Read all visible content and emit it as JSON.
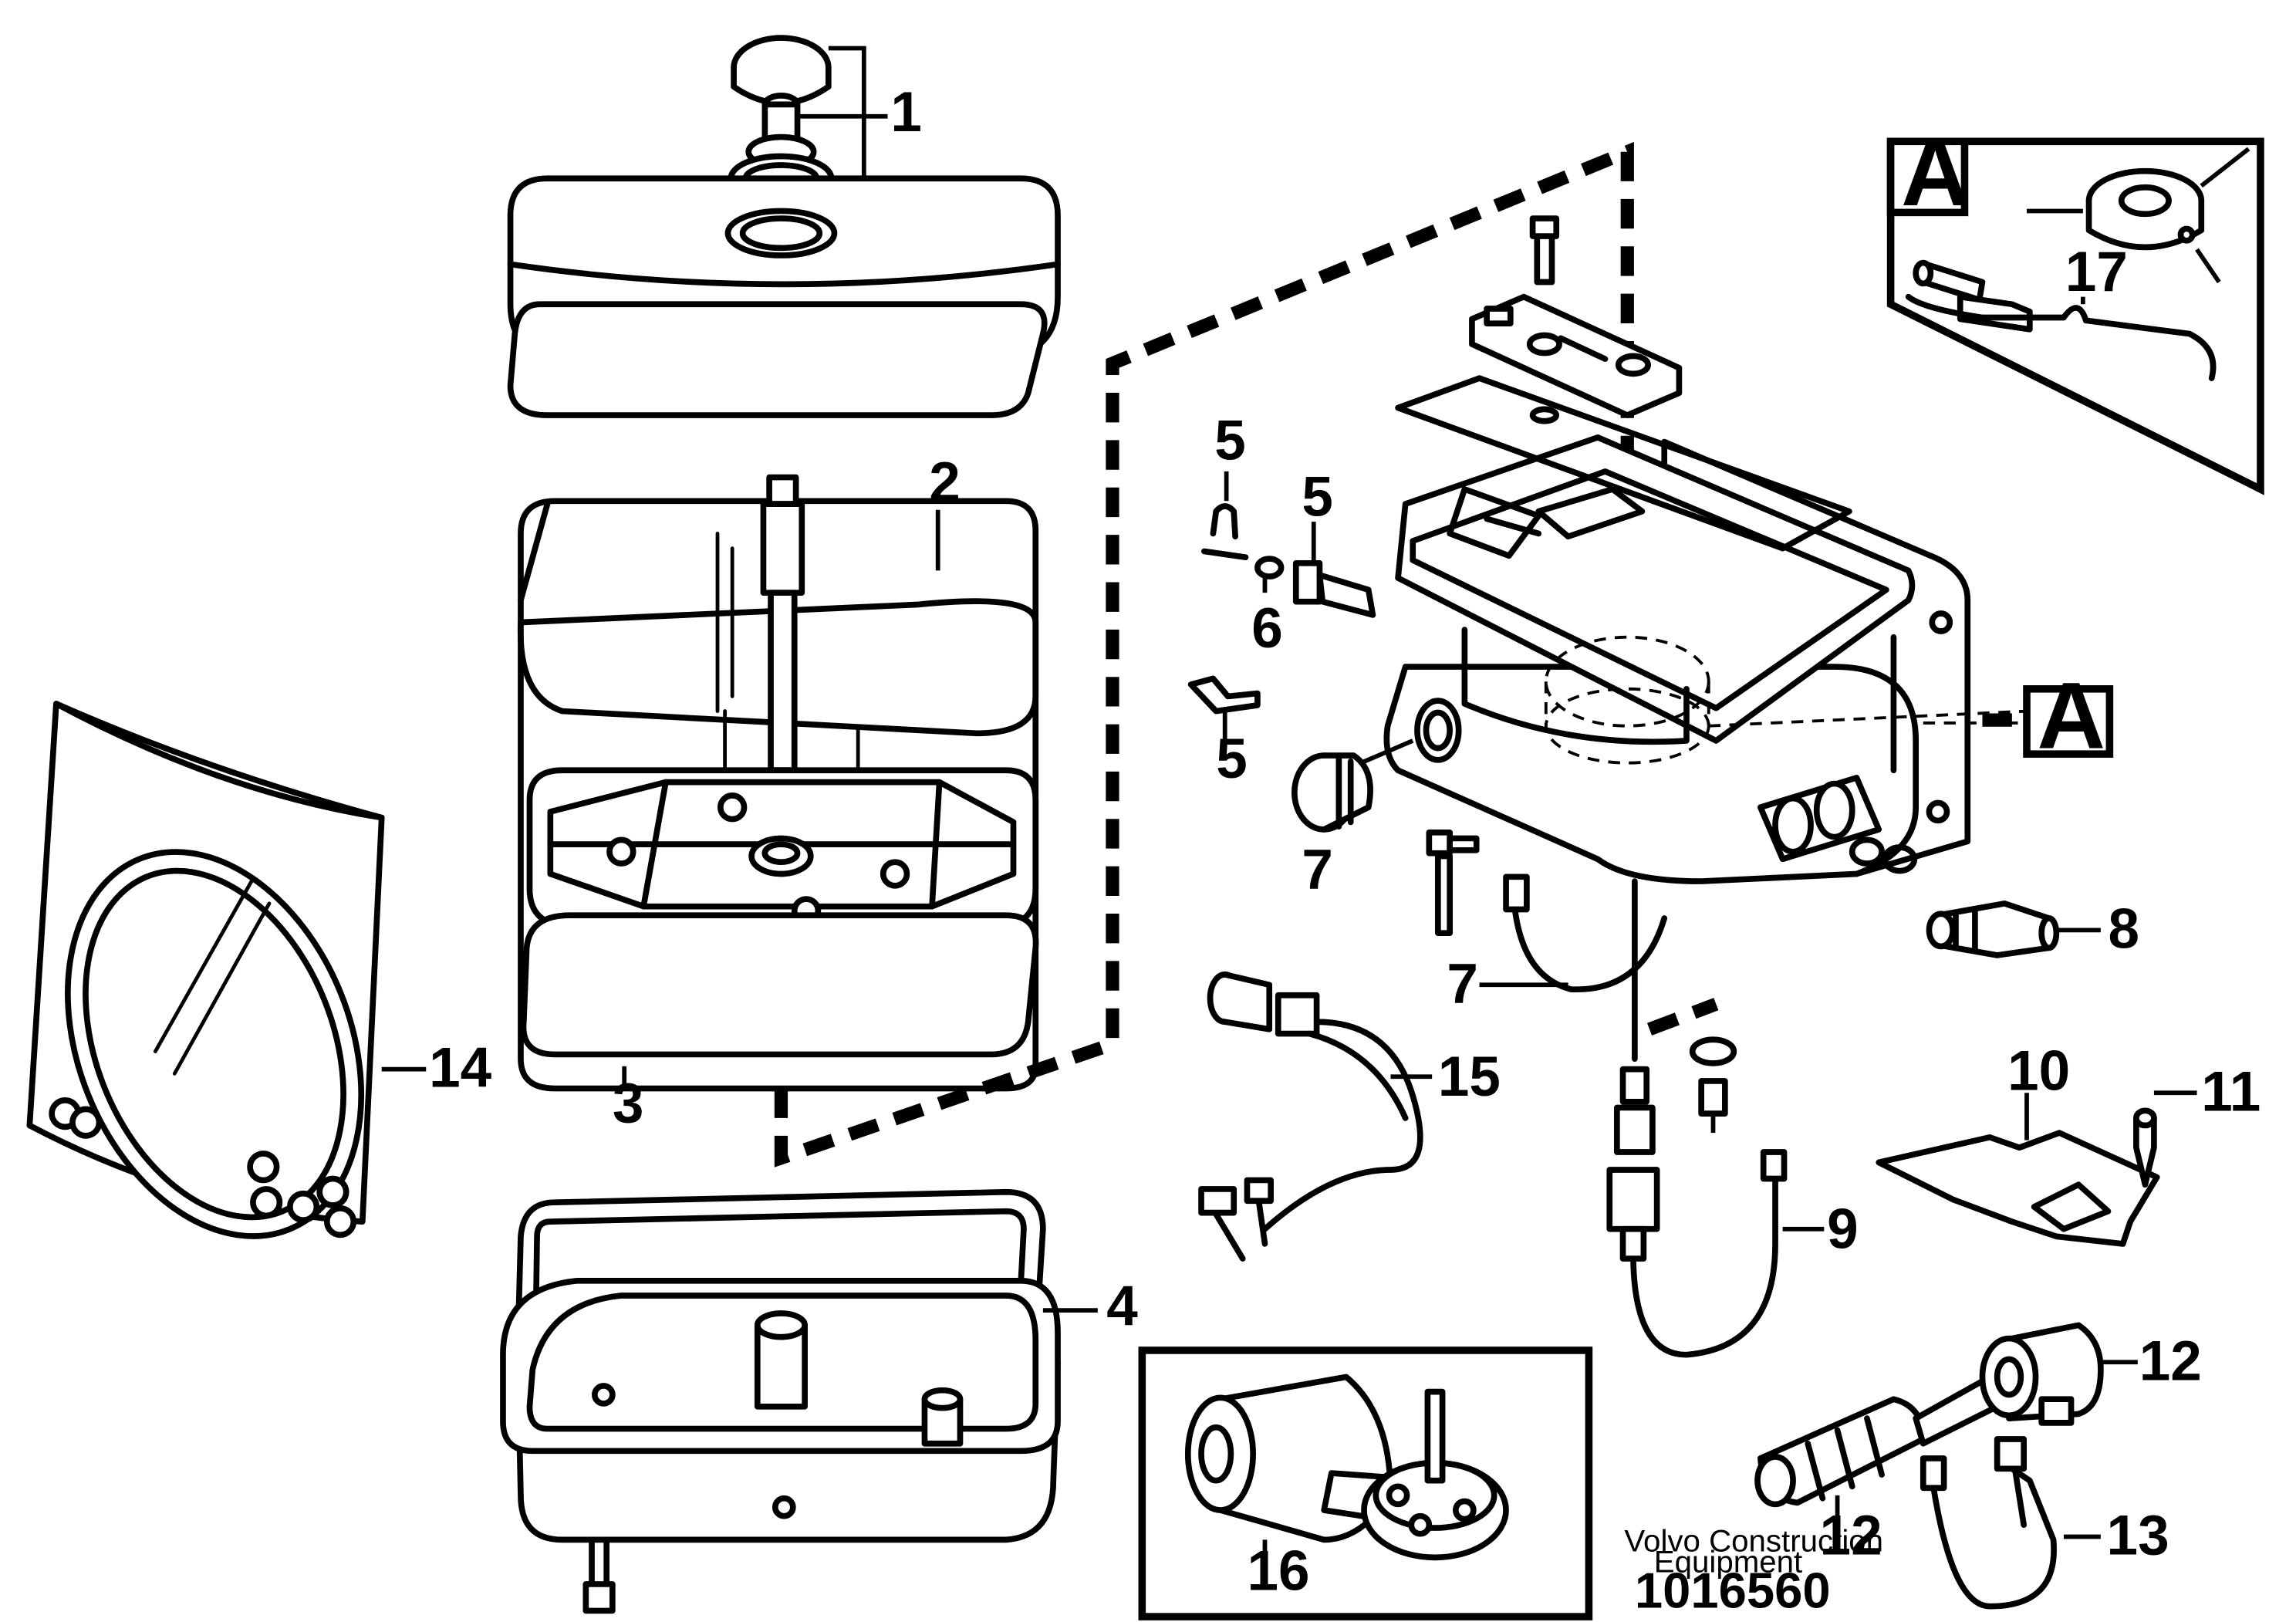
{
  "callouts": [
    {
      "id": "1",
      "text": "1"
    },
    {
      "id": "2",
      "text": "2"
    },
    {
      "id": "3",
      "text": "3"
    },
    {
      "id": "4",
      "text": "4"
    },
    {
      "id": "5a",
      "text": "5"
    },
    {
      "id": "5b",
      "text": "5"
    },
    {
      "id": "5c",
      "text": "5"
    },
    {
      "id": "6",
      "text": "6"
    },
    {
      "id": "7a",
      "text": "7"
    },
    {
      "id": "7b",
      "text": "7"
    },
    {
      "id": "8",
      "text": "8"
    },
    {
      "id": "9",
      "text": "9"
    },
    {
      "id": "10",
      "text": "10"
    },
    {
      "id": "11",
      "text": "11"
    },
    {
      "id": "12a",
      "text": "12"
    },
    {
      "id": "12b",
      "text": "12"
    },
    {
      "id": "13",
      "text": "13"
    },
    {
      "id": "14",
      "text": "14"
    },
    {
      "id": "15",
      "text": "15"
    },
    {
      "id": "16",
      "text": "16"
    },
    {
      "id": "17",
      "text": "17"
    }
  ],
  "detail": {
    "letter": "A",
    "ref_letter": "A"
  },
  "manufacturer": {
    "line1": "Volvo Construction",
    "line2": "Equipment"
  },
  "drawing_number": "1016560"
}
